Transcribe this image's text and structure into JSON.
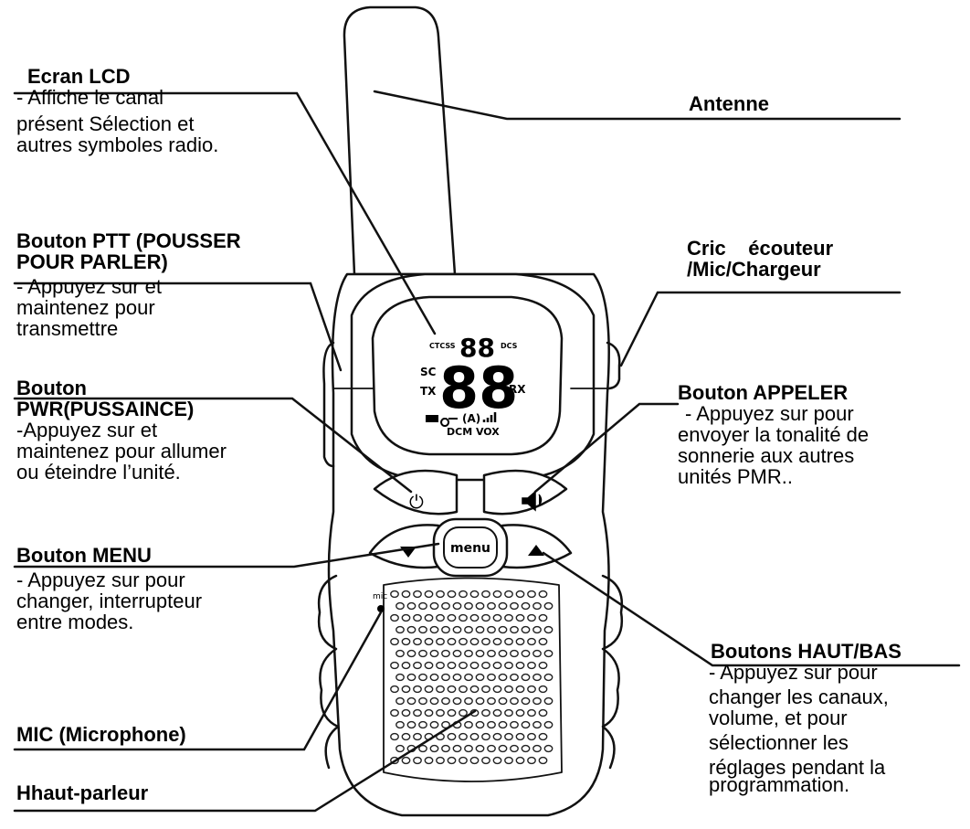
{
  "labels": {
    "lcd": {
      "title": "Ecran LCD",
      "desc": [
        "- Affiche le canal",
        "présent Sélection et",
        "autres symboles radio."
      ]
    },
    "ptt": {
      "title": [
        "Bouton PTT (POUSSER",
        "POUR PARLER)"
      ],
      "desc": [
        "- Appuyez sur et",
        "maintenez pour",
        "transmettre"
      ]
    },
    "pwr": {
      "title": [
        "Bouton",
        "PWR(PUSSAINCE)"
      ],
      "desc": [
        "-Appuyez sur et",
        "maintenez pour allumer",
        "ou éteindre l’unité."
      ]
    },
    "menu": {
      "title": "Bouton MENU",
      "desc": [
        "- Appuyez sur pour",
        "changer, interrupteur",
        "entre modes."
      ]
    },
    "mic": {
      "title": "MIC (Microphone)"
    },
    "speaker": {
      "title": "Hhaut-parleur"
    },
    "antenna": {
      "title": "Antenne"
    },
    "jack": {
      "title": [
        "Cric    écouteur",
        "/Mic/Chargeur"
      ]
    },
    "call": {
      "title": "Bouton APPELER",
      "desc": [
        "- Appuyez sur pour",
        "envoyer la tonalité de",
        "sonnerie aux autres",
        "unités PMR.."
      ]
    },
    "updown": {
      "title": "Boutons HAUT/BAS",
      "desc": [
        "- Appuyez sur pour",
        "changer les canaux,",
        "volume, et pour",
        "sélectionner les",
        "réglages pendant la",
        "programmation."
      ]
    }
  },
  "lcd_display": {
    "top_left": "CTCSS",
    "top_digits": "88",
    "top_right": "DCS",
    "sc": "SC",
    "tx": "TX",
    "main_digits": "88",
    "rx": "RX",
    "bottom": "DCM VOX"
  },
  "radio": {
    "menu_key": "menu",
    "mic_mark": "mic"
  },
  "icons": [
    "power-icon",
    "call-icon",
    "down-arrow-icon",
    "up-arrow-icon"
  ]
}
